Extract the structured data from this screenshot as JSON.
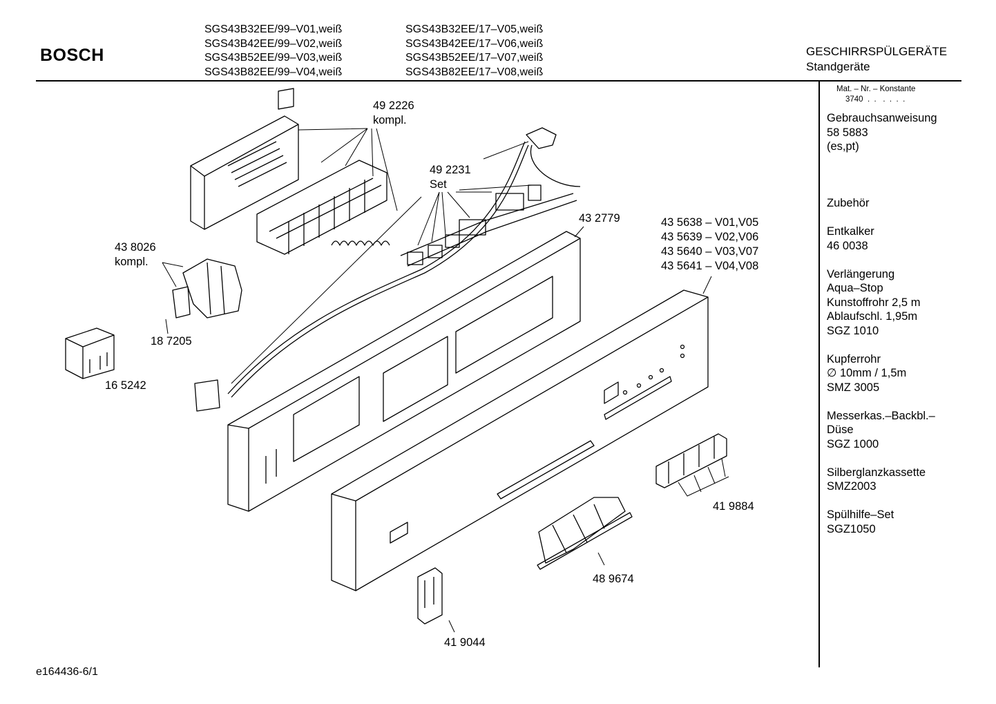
{
  "header": {
    "brand": "BOSCH",
    "models_left": [
      "SGS43B32EE/99–V01,weiß",
      "SGS43B42EE/99–V02,weiß",
      "SGS43B52EE/99–V03,weiß",
      "SGS43B82EE/99–V04,weiß"
    ],
    "models_right": [
      "SGS43B32EE/17–V05,weiß",
      "SGS43B42EE/17–V06,weiß",
      "SGS43B52EE/17–V07,weiß",
      "SGS43B82EE/17–V08,weiß"
    ],
    "category": "GESCHIRRSPÜLGERÄTE",
    "subcategory": "Standgeräte"
  },
  "sidebar": {
    "mat_label": "Mat. – Nr. – Konstante",
    "mat_value": "3740  .  .   .  .  .  .",
    "groups": [
      [
        "Gebrauchsanweisung",
        "58 5883",
        "(es,pt)"
      ],
      [
        "Zubehör"
      ],
      [
        "Entkalker",
        "46 0038"
      ],
      [
        "Verlängerung",
        "Aqua–Stop",
        "Kunstoffrohr 2,5 m",
        "Ablaufschl. 1,95m",
        "SGZ 1010"
      ],
      [
        "Kupferrohr",
        "∅ 10mm / 1,5m",
        "SMZ 3005"
      ],
      [
        "Messerkas.–Backbl.–",
        "Düse",
        "SGZ 1000"
      ],
      [
        "Silberglanzkassette",
        "SMZ2003"
      ],
      [
        "Spülhilfe–Set",
        "SGZ1050"
      ]
    ]
  },
  "parts": {
    "p492226": "49 2226",
    "p492226_note": "kompl.",
    "p492231": "49 2231",
    "p492231_note": "Set",
    "p432779": "43 2779",
    "p435638": "43 5638 – V01,V05",
    "p435639": "43 5639 – V02,V06",
    "p435640": "43 5640 – V03,V07",
    "p435641": "43 5641 – V04,V08",
    "p438026": "43 8026",
    "p438026_note": "kompl.",
    "p187205": "18 7205",
    "p165242": "16 5242",
    "p419884": "41 9884",
    "p489674": "48 9674",
    "p419044": "41 9044"
  },
  "footer": {
    "code": "e164436-6/1"
  }
}
